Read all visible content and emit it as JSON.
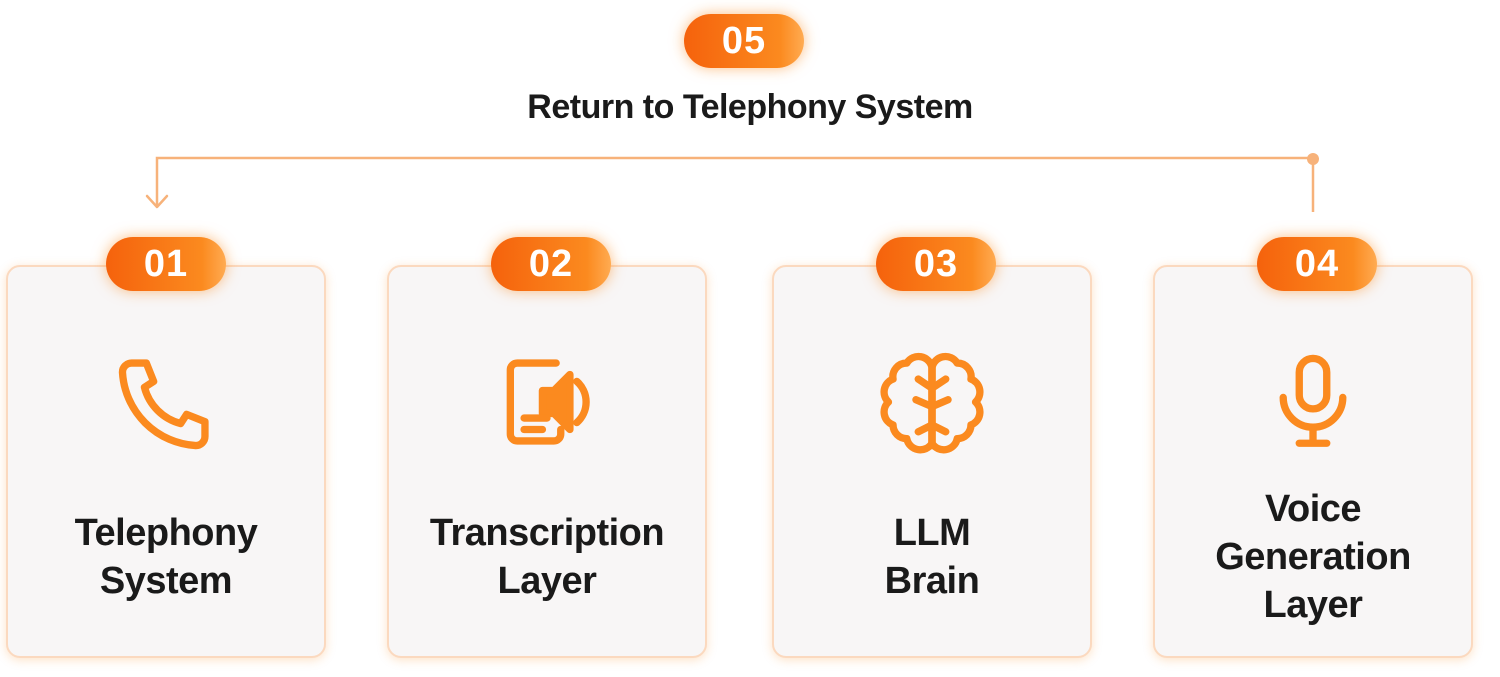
{
  "top": {
    "badge": "05",
    "title": "Return to Telephony System"
  },
  "steps": [
    {
      "badge": "01",
      "title": "Telephony\nSystem",
      "icon": "phone-icon"
    },
    {
      "badge": "02",
      "title": "Transcription\nLayer",
      "icon": "transcript-speaker-icon"
    },
    {
      "badge": "03",
      "title": "LLM\nBrain",
      "icon": "brain-icon"
    },
    {
      "badge": "04",
      "title": "Voice\nGeneration\nLayer",
      "icon": "microphone-icon"
    }
  ],
  "colors": {
    "accent": "#fb8a1f",
    "accent_dark": "#f5620c",
    "connector": "#f7b27a",
    "card_bg": "#f8f6f6",
    "text": "#1a1a1a"
  }
}
